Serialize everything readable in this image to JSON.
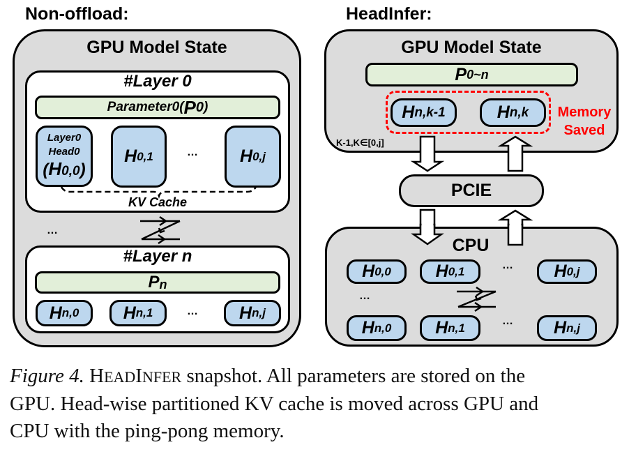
{
  "left_panel": {
    "title": "Non-offload:",
    "gpu_box_title": "GPU Model State",
    "layer0": {
      "title": "#Layer 0",
      "param_prefix": "Parameter0(",
      "param_main": "P",
      "param_sub": "0",
      "param_suffix": ")",
      "head0_line1": "Layer0",
      "head0_line2": "Head0",
      "head0_open": "(",
      "head0_main": "H",
      "head0_sub": "0,0",
      "head0_close": ")",
      "heads": [
        {
          "main": "H",
          "sub": "0,1"
        },
        {
          "main": "H",
          "sub": "0,j"
        }
      ],
      "ellipsis": "…",
      "kv_cache_label": "KV Cache"
    },
    "between_ellipsis": "…",
    "layern": {
      "title": "#Layer n",
      "param_main": "P",
      "param_sub": "n",
      "heads": [
        {
          "main": "H",
          "sub": "n,0"
        },
        {
          "main": "H",
          "sub": "n,1"
        },
        {
          "main": "H",
          "sub": "n,j"
        }
      ],
      "ellipsis": "…"
    }
  },
  "right_panel": {
    "title": "HeadInfer:",
    "gpu_box_title": "GPU Model State",
    "param_main": "P",
    "param_sub": "0~n",
    "gpu_heads": [
      {
        "main": "H",
        "sub": "n,k-1"
      },
      {
        "main": "H",
        "sub": "n,k"
      }
    ],
    "memory_saved_line1": "Memory",
    "memory_saved_line2": "Saved",
    "range_note": "K-1,K∈[0,j]",
    "pcie_label": "PCIE",
    "cpu_title": "CPU",
    "cpu_row0": [
      {
        "main": "H",
        "sub": "0,0"
      },
      {
        "main": "H",
        "sub": "0,1"
      },
      {
        "main": "H",
        "sub": "0,j"
      }
    ],
    "cpu_rown": [
      {
        "main": "H",
        "sub": "n,0"
      },
      {
        "main": "H",
        "sub": "n,1"
      },
      {
        "main": "H",
        "sub": "n,j"
      }
    ],
    "ellipsis": "…"
  },
  "colors": {
    "gray_fill": "#dcdcdc",
    "green_fill": "#e2efd9",
    "head_fill": "#bdd7ee",
    "memory_saved_red": "#ff0000"
  },
  "caption": {
    "figure_label": "Figure 4.",
    "name_H": "H",
    "name_EAD": "EAD",
    "name_I": "I",
    "name_NFER": "NFER",
    "line1_rest": " snapshot. All parameters are stored on the",
    "line2": "GPU. Head-wise partitioned KV cache is moved across GPU and",
    "line3": "CPU with the ping-pong memory."
  }
}
